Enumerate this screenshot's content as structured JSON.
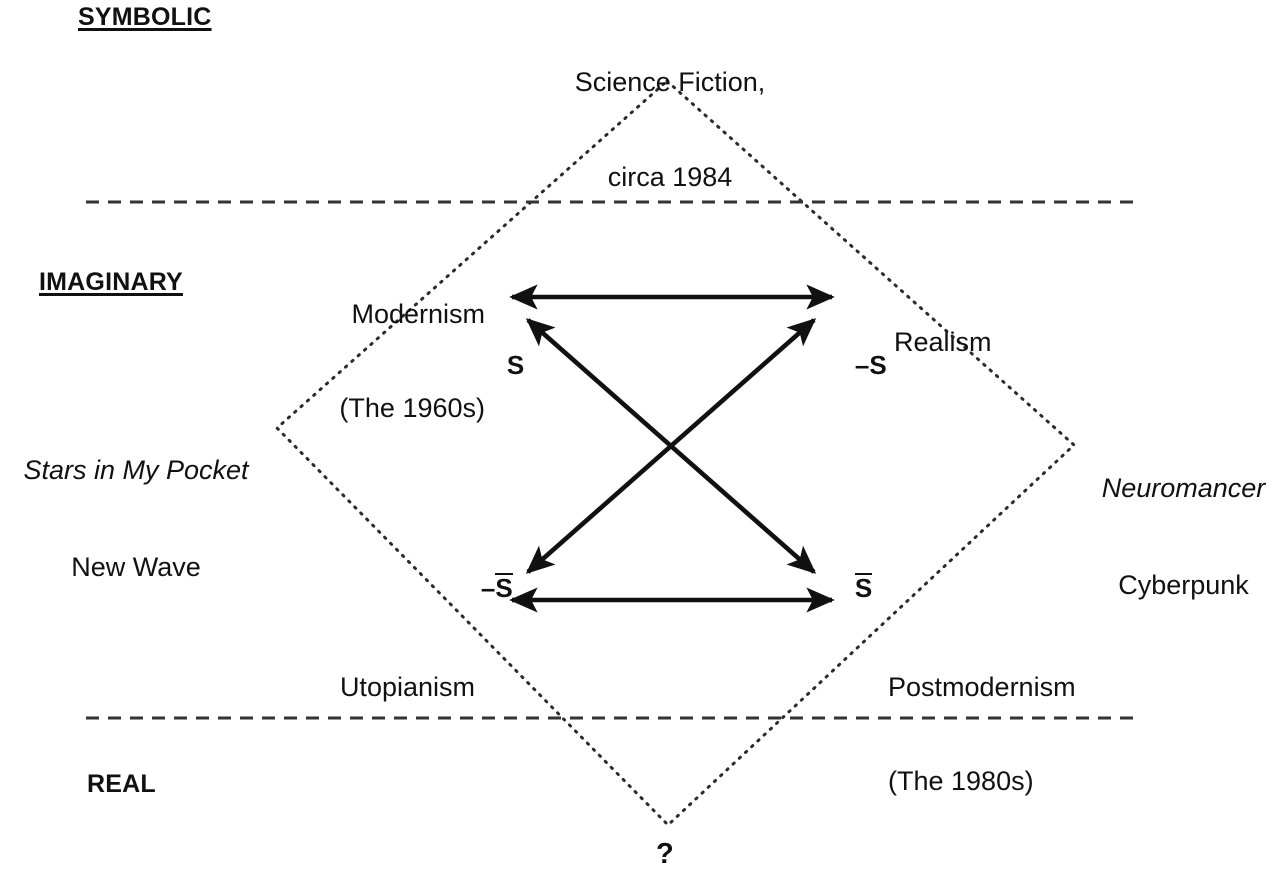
{
  "diagram": {
    "type": "semiotic-square",
    "caption": {
      "line1": "Science Fiction,",
      "line2": "circa 1984"
    },
    "zones": [
      {
        "id": "symbolic",
        "label": "SYMBOLIC",
        "underlined": true
      },
      {
        "id": "imaginary",
        "label": "IMAGINARY",
        "underlined": true
      },
      {
        "id": "real",
        "label": "REAL",
        "underlined": false
      }
    ],
    "nodes": [
      {
        "id": "top-left",
        "line1": "Modernism",
        "line2": "(The 1960s)"
      },
      {
        "id": "top-right",
        "line1": "Realism",
        "line2": ""
      },
      {
        "id": "bottom-left",
        "line1": "Utopianism",
        "line2": ""
      },
      {
        "id": "bottom-right",
        "line1": "Postmodernism",
        "line2": "(The 1980s)"
      }
    ],
    "terms": [
      {
        "id": "s",
        "prefix": "",
        "symbol": "S",
        "overline": false,
        "text": "S"
      },
      {
        "id": "not-s",
        "prefix": "–",
        "symbol": "S",
        "overline": false,
        "text": "–S"
      },
      {
        "id": "not-s-bar",
        "prefix": "–",
        "symbol": "S",
        "overline": true,
        "text": "–S̄"
      },
      {
        "id": "s-bar",
        "prefix": "",
        "symbol": "S",
        "overline": true,
        "text": "S̄"
      }
    ],
    "works": {
      "left": {
        "title": "Stars in My Pocket",
        "movement": "New Wave"
      },
      "right": {
        "title": "Neuromancer",
        "movement": "Cyberpunk"
      }
    },
    "unknown_marker": "?",
    "colors": {
      "ink": "#111111",
      "background": "#ffffff",
      "dashed": "#333333",
      "dotted": "#2b2b2b"
    },
    "lines": {
      "dashed_boundaries": 2,
      "dotted_diamond": true,
      "double_headed_arrows": 4
    }
  }
}
